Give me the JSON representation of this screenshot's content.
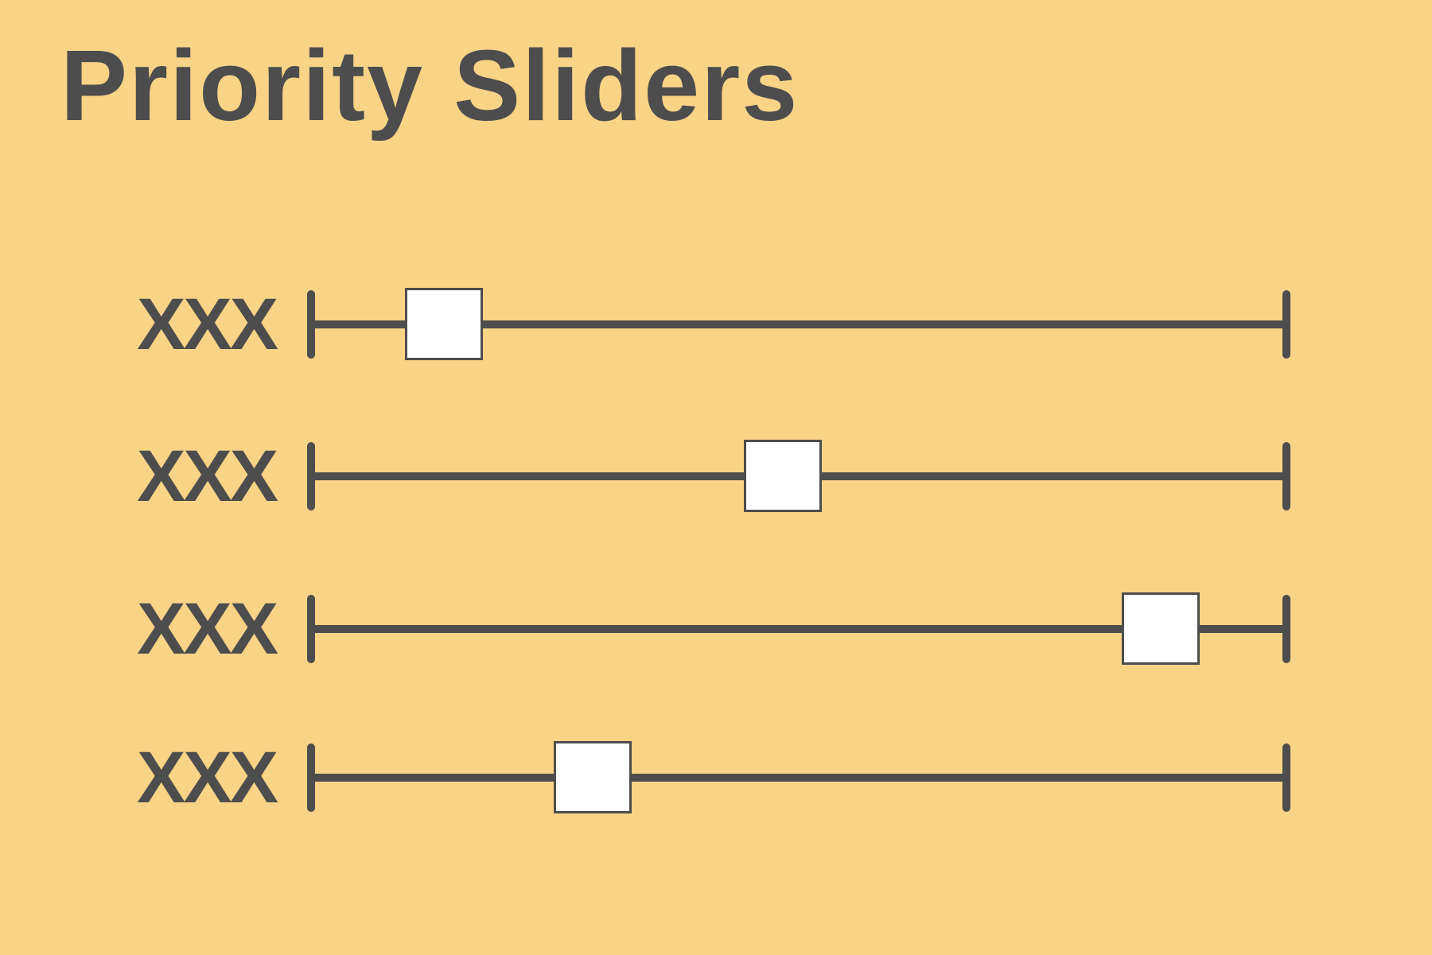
{
  "title": "Priority Sliders",
  "colors": {
    "background": "#f9d386",
    "ink": "#4d4d4d",
    "thumb": "#ffffff"
  },
  "sliders": [
    {
      "label": "XXX",
      "value": 0.136
    },
    {
      "label": "XXX",
      "value": 0.484
    },
    {
      "label": "XXX",
      "value": 0.871
    },
    {
      "label": "XXX",
      "value": 0.289
    }
  ]
}
